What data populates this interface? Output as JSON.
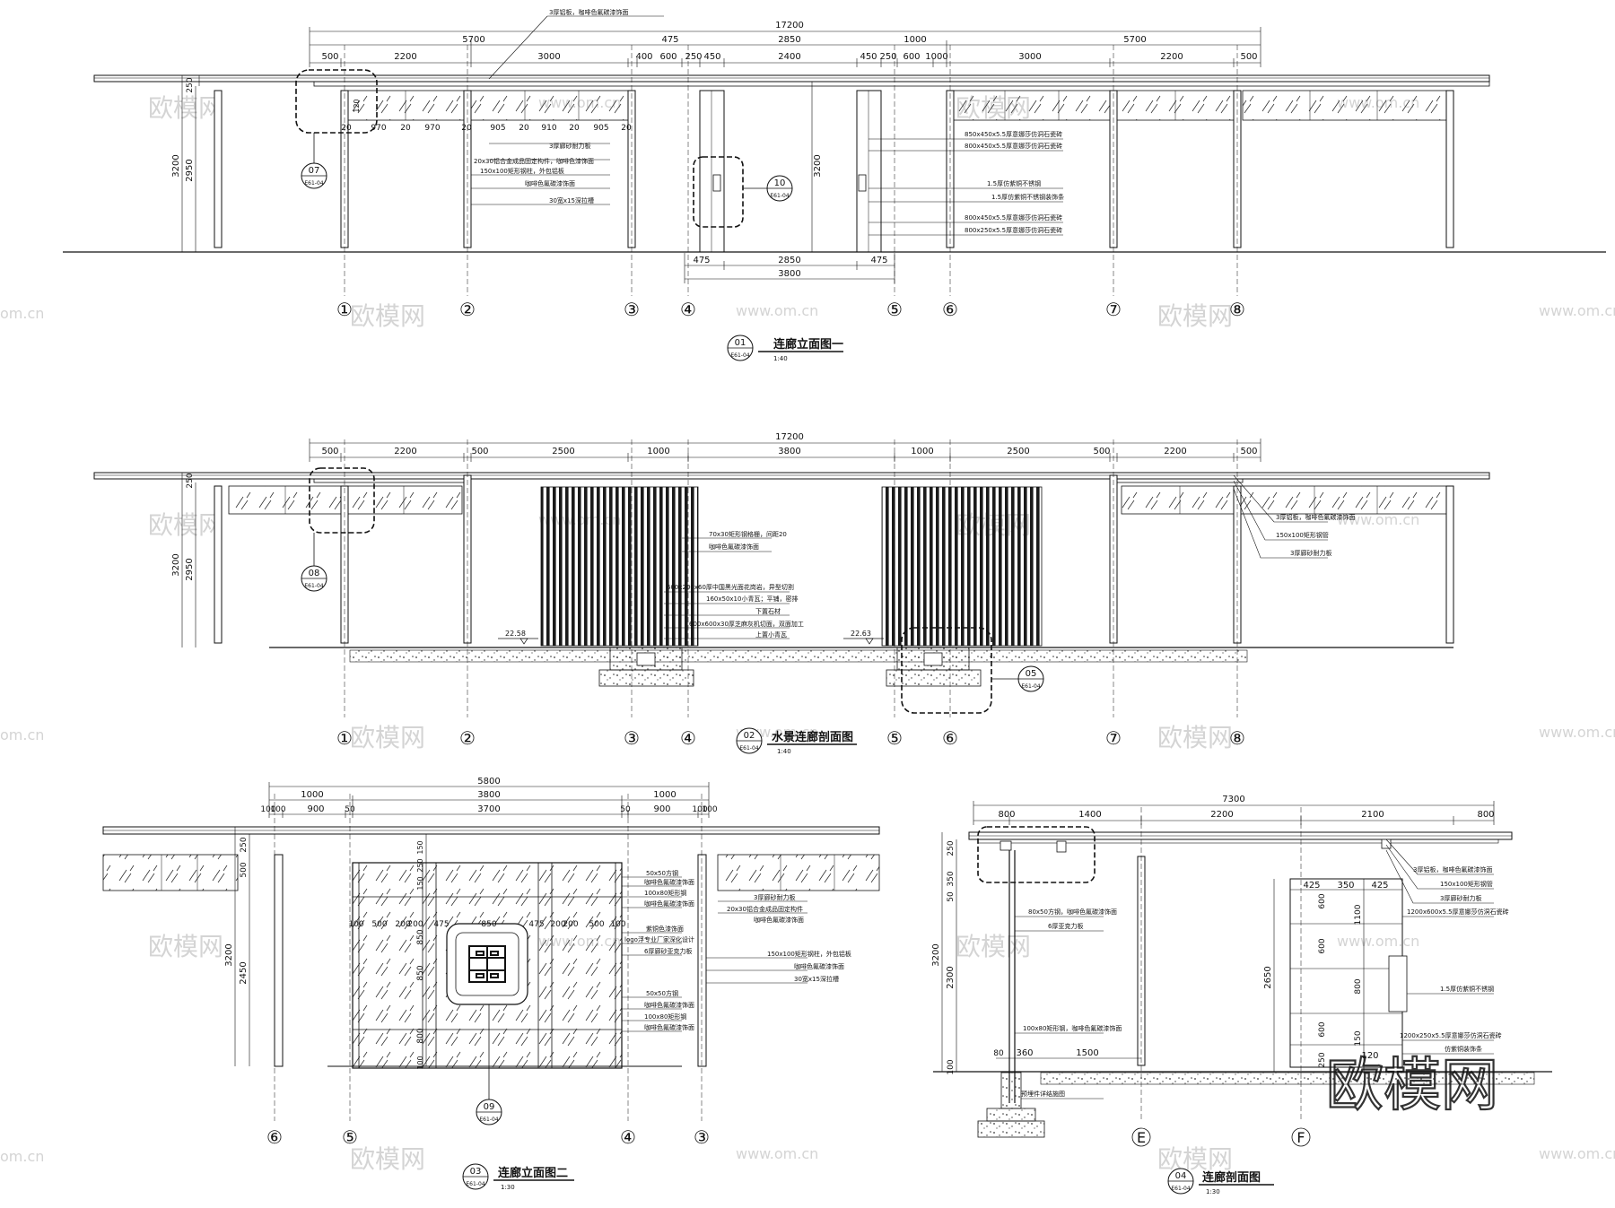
{
  "watermark": {
    "brand": "欧模网",
    "url": "www.om.cn",
    "url_short": "om.cn"
  },
  "views": [
    {
      "id": "01",
      "ref": "E61-04",
      "title": "连廊立面图一",
      "scale": "1:40",
      "overall": "17200",
      "groups": [
        "5700",
        "2850",
        "5700"
      ],
      "dims": [
        "500",
        "2200",
        "3000",
        "400",
        "600",
        "250",
        "450",
        "2400",
        "450",
        "250",
        "600",
        "1000",
        "3000",
        "2200",
        "500"
      ],
      "sub_dims": [
        "475",
        "1000"
      ],
      "glass_dims": [
        "20",
        "970",
        "20",
        "970",
        "20",
        "905",
        "20",
        "910",
        "20",
        "905",
        "20"
      ],
      "height_dims": [
        "250",
        "3200",
        "2950",
        "3200",
        "120"
      ],
      "bottom_dims": [
        "475",
        "2850",
        "475",
        "3800"
      ],
      "axes": [
        "①",
        "②",
        "③",
        "④",
        "⑤",
        "⑥",
        "⑦",
        "⑧"
      ],
      "callouts": [
        {
          "num": "07",
          "ref": "E61-04"
        },
        {
          "num": "10",
          "ref": "E61-04"
        }
      ],
      "notes_left": [
        "3厚铝板，咖啡色氟碳漆饰面",
        "3厚廊砂耐力板",
        "20x30铝合金成品固定构件，咖啡色漆饰面",
        "150x100矩形钢柱，外包铝板",
        "咖啡色氟碳漆饰面",
        "30宽x15深拉槽"
      ],
      "notes_right": [
        "850x450x5.5厚意娜莎仿洞石瓷砖",
        "800x450x5.5厚意娜莎仿洞石瓷砖",
        "1.5厚仿紫铜不锈钢",
        "1.5厚仿紫铜不锈钢装饰条",
        "800x450x5.5厚意娜莎仿洞石瓷砖",
        "800x250x5.5厚意娜莎仿洞石瓷砖"
      ]
    },
    {
      "id": "02",
      "ref": "E61-04",
      "title": "水景连廊剖面图",
      "scale": "1:40",
      "overall": "17200",
      "dims": [
        "500",
        "2200",
        "500",
        "2500",
        "1000",
        "3800",
        "1000",
        "2500",
        "500",
        "2200",
        "500"
      ],
      "height_dims": [
        "250",
        "3200",
        "2950"
      ],
      "levels": [
        "22.58",
        "22.63"
      ],
      "axes": [
        "①",
        "②",
        "③",
        "④",
        "⑤",
        "⑥",
        "⑦",
        "⑧"
      ],
      "callouts": [
        {
          "num": "08",
          "ref": "E61-04"
        },
        {
          "num": "05",
          "ref": "E61-04"
        }
      ],
      "notes_center": [
        "70x30矩形钢格栅，间距20",
        "咖啡色氟碳漆饰面",
        "600x200x60厚中国黑光面花岗岩，异型切割",
        "160x50x10小青瓦；平铺，密排",
        "下置石材",
        "600x600x30厚芝麻灰机切面，双面加工",
        "上置小青瓦"
      ],
      "notes_right": [
        "3厚铝板，咖啡色氟碳漆饰面",
        "150x100矩形钢管",
        "3厚廊砂耐力板"
      ]
    },
    {
      "id": "03",
      "ref": "E61-04",
      "title": "连廊立面图二",
      "scale": "1:30",
      "overall": "5800",
      "groups": [
        "1000",
        "3800",
        "1000"
      ],
      "dims": [
        "100",
        "100",
        "900",
        "50",
        "3700",
        "50",
        "900",
        "100",
        "100"
      ],
      "inner_dims": [
        "100",
        "500",
        "200",
        "200",
        "475",
        "850",
        "475",
        "200",
        "200",
        "500",
        "100"
      ],
      "height_dims": [
        "250",
        "500",
        "3200",
        "2450",
        "150",
        "250",
        "150",
        "850",
        "850",
        "800",
        "100"
      ],
      "axes": [
        "⑥",
        "⑤",
        "④",
        "③"
      ],
      "callouts": [
        {
          "num": "09",
          "ref": "E61-04"
        }
      ],
      "notes": [
        "50x50方钢",
        "咖啡色氟碳漆饰面",
        "100x80矩形钢",
        "咖啡色氟碳漆饰面",
        "3厚廊砂耐力板",
        "20x30铝合金成品固定构件",
        "咖啡色氟碳漆饰面",
        "紫铜色漆饰面",
        "logo浮专业厂家深化设计",
        "6厚廊砂亚克力板",
        "150x100矩形钢柱，外包铝板",
        "咖啡色氟碳漆饰面",
        "30宽x15深拉槽",
        "50x50方钢",
        "咖啡色氟碳漆饰面",
        "100x80矩形钢",
        "咖啡色氟碳漆饰面"
      ]
    },
    {
      "id": "04",
      "ref": "E61-04",
      "title": "连廊剖面图",
      "scale": "1:30",
      "overall": "7300",
      "dims": [
        "800",
        "1400",
        "2200",
        "2100",
        "800"
      ],
      "inner_dims": [
        "425",
        "350",
        "425"
      ],
      "height_dims": [
        "250",
        "350",
        "50",
        "3200",
        "2300",
        "1100",
        "600",
        "600",
        "800",
        "600",
        "250",
        "2650",
        "150",
        "100"
      ],
      "base_dims": [
        "80",
        "360",
        "1500",
        "120"
      ],
      "axes": [
        "E",
        "F"
      ],
      "notes_left": [
        "80x50方钢，咖啡色氟碳漆饰面",
        "6厚亚克力板",
        "100x80矩形钢，咖啡色氟碳漆饰面",
        "预埋件详结施图"
      ],
      "notes_right": [
        "3厚铝板，咖啡色氟碳漆饰面",
        "150x100矩形钢管",
        "3厚廊砂耐力板",
        "1200x600x5.5厚意娜莎仿洞石瓷砖",
        "1.5厚仿紫铜不锈钢",
        "1200x250x5.5厚意娜莎仿洞石瓷砖",
        "仿紫铜装饰条"
      ]
    }
  ]
}
